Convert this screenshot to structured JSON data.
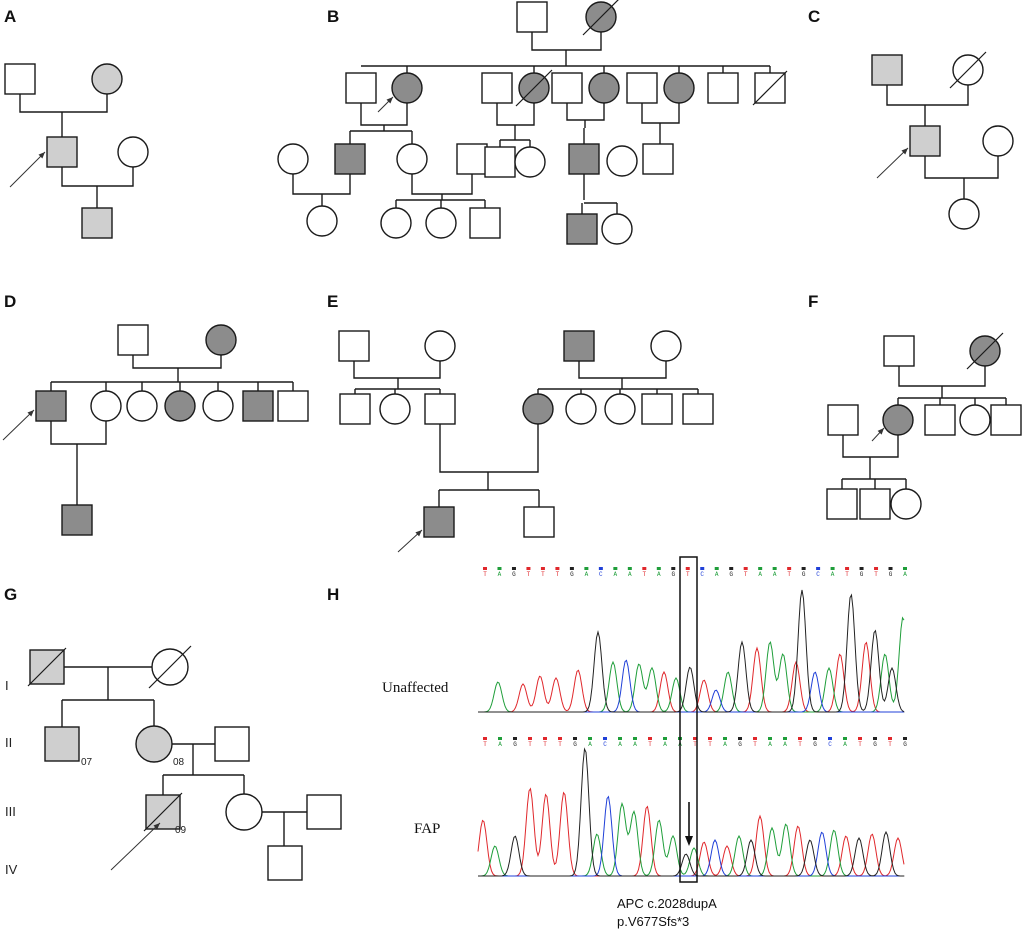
{
  "figure": {
    "panel_labels": {
      "a": "A",
      "b": "B",
      "c": "C",
      "d": "D",
      "e": "E",
      "f": "F",
      "g": "G",
      "h": "H"
    },
    "generations": {
      "g1": "I",
      "g2": "II",
      "g3": "III",
      "g4": "IV"
    },
    "individual_ids": {
      "p07": "07",
      "p08": "08",
      "p09": "09"
    },
    "traces": {
      "unaffected": "Unaffected",
      "fap": "FAP"
    },
    "variant": {
      "line1": "APC c.2028dupA",
      "line2": "p.V677Sfs*3"
    },
    "sequence_top": [
      "T",
      "A",
      "G",
      "T",
      "T",
      "T",
      "G",
      "A",
      "C",
      "A",
      "A",
      "T",
      "A",
      "G",
      "T",
      "C",
      "A",
      "G",
      "T",
      "A",
      "A",
      "T",
      "G",
      "C",
      "A",
      "T",
      "G",
      "T",
      "G",
      "A"
    ],
    "sequence_bottom": [
      "T",
      "A",
      "G",
      "T",
      "T",
      "T",
      "G",
      "A",
      "C",
      "A",
      "A",
      "T",
      "A",
      "A",
      "T",
      "T",
      "A",
      "G",
      "T",
      "A",
      "A",
      "T",
      "G",
      "C",
      "A",
      "T",
      "G",
      "T",
      "G"
    ]
  },
  "colors": {
    "line": "#1a1a1a",
    "affected_dark": "#8c8c8c",
    "affected_light": "#cfcfcf",
    "base_A": "#1f9e3a",
    "base_C": "#2040d8",
    "base_G": "#222222",
    "base_T": "#e0282c"
  }
}
